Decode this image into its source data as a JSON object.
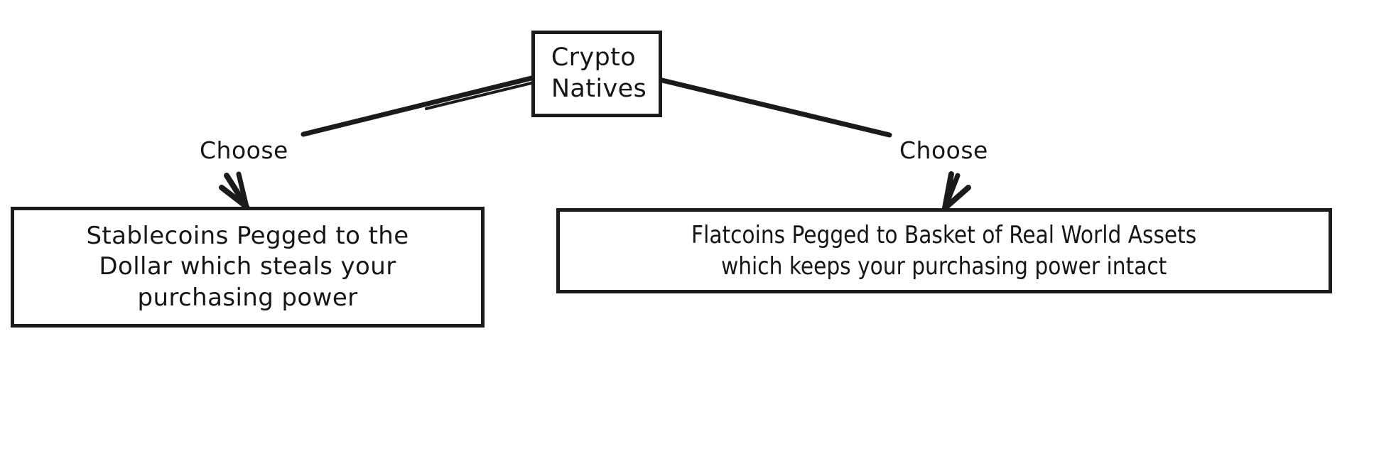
{
  "diagram": {
    "title_node": {
      "id": "crypto-natives",
      "text": "Crypto\nNatives"
    },
    "edges": [
      {
        "id": "edge-left",
        "label": "Choose",
        "from": "crypto-natives",
        "to": "stablecoins"
      },
      {
        "id": "edge-right",
        "label": "Choose",
        "from": "crypto-natives",
        "to": "flatcoins"
      }
    ],
    "leaf_nodes": [
      {
        "id": "stablecoins",
        "text": "Stablecoins Pegged to the\nDollar which steals your\npurchasing power"
      },
      {
        "id": "flatcoins",
        "text": "Flatcoins Pegged to Basket of Real World Assets\nwhich keeps your purchasing power intact"
      }
    ]
  },
  "colors": {
    "ink": "#1b1b1b",
    "text": "#161616",
    "background": "#ffffff"
  }
}
